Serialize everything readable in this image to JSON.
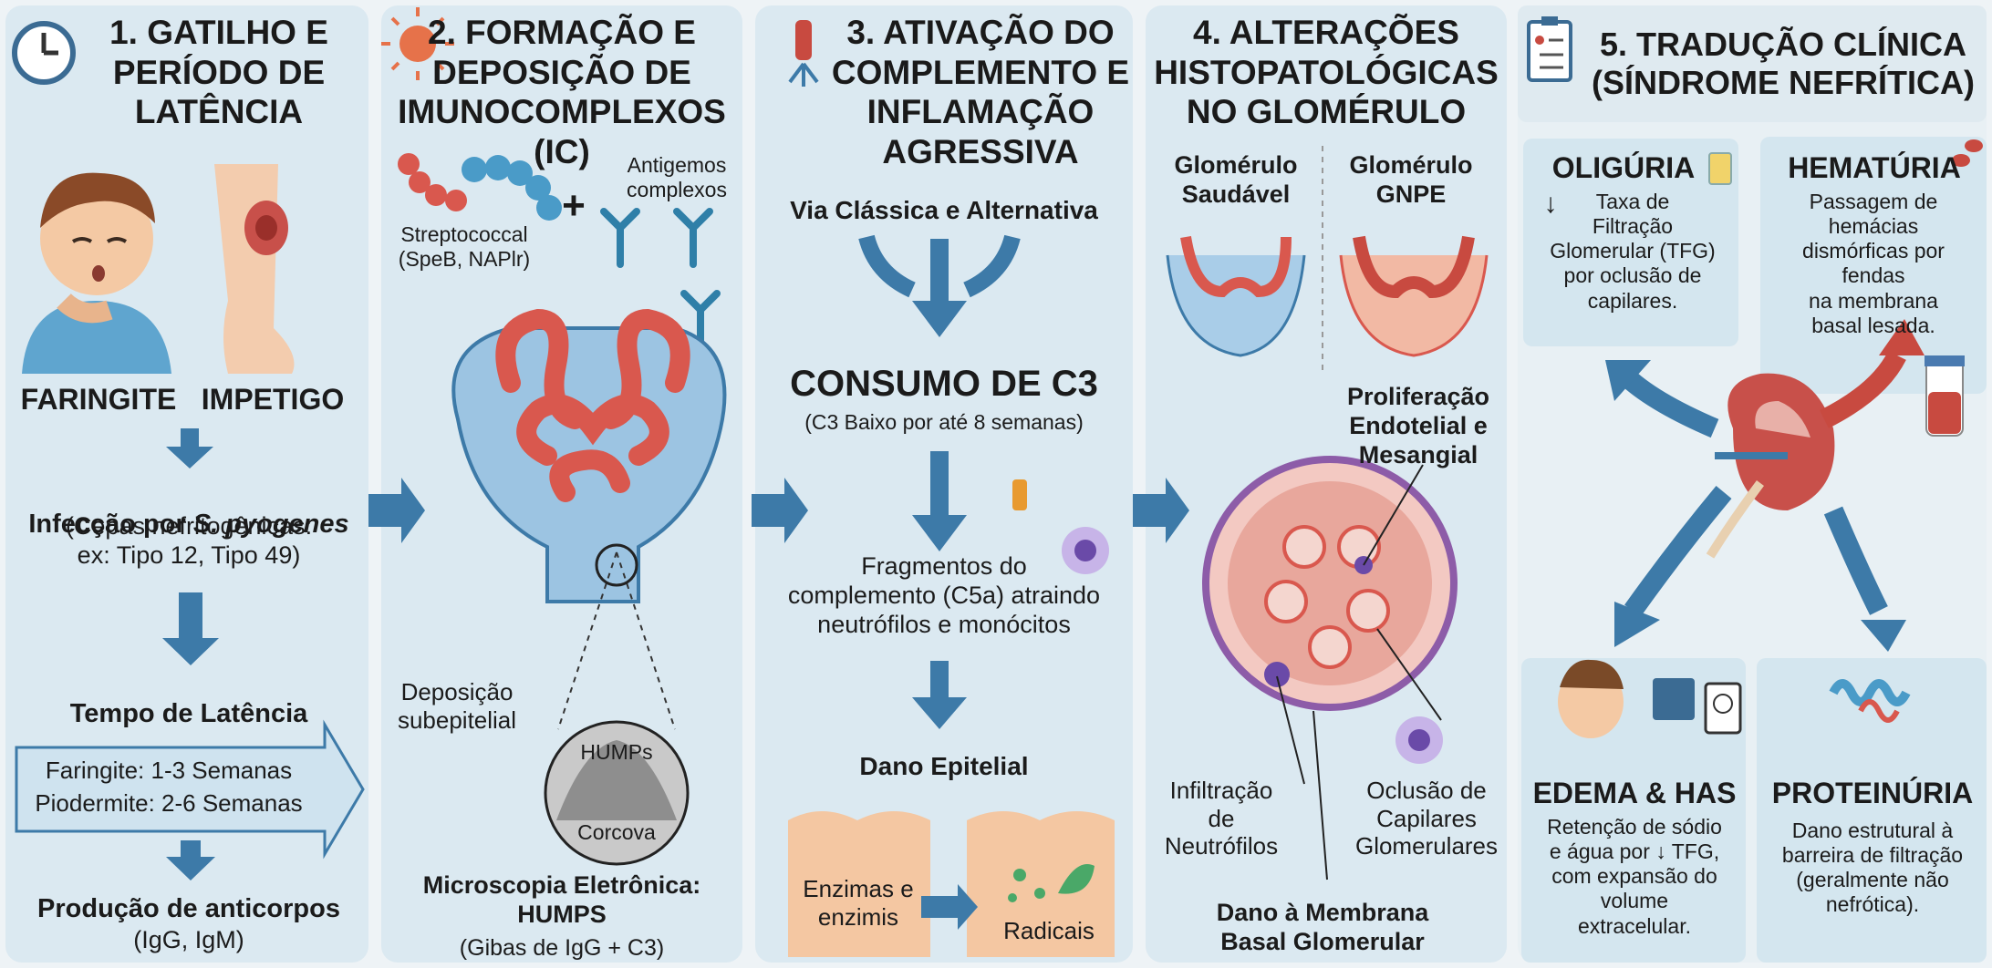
{
  "panel1": {
    "title": "1. GATILHO E\nPERÍODO DE\nLATÊNCIA",
    "label_faringite": "FARINGITE",
    "label_impetigo": "IMPETIGO",
    "infeccao_prefix": "Infecção por ",
    "infeccao_species": "S. pyogenes",
    "cepas": "(Cepas nefritogênicas:\nex: Tipo 12, Tipo 49)",
    "tempo_title": "Tempo de Latência",
    "faringite_time": "Faringite: 1-3 Semanas",
    "piodermite_time": "Piodermite: 2-6 Semanas",
    "producao": "Produção de anticorpos",
    "igs": "(IgG, IgM)"
  },
  "panel2": {
    "title": "2. FORMAÇÃO E\nDEPOSIÇÃO DE\nIMUNOCOMPLEXOS (IC)",
    "plus": "+",
    "antigenos": "Antigemos\ncomplexos",
    "streptococcal": "Streptococcal\n(SpeB, NAPlr)",
    "deposicao": "Deposição\nsubepitelial",
    "humps_label": "HUMPs",
    "corcova": "Corcova",
    "microscopia": "Microscopia Eletrônica:\nHUMPS",
    "gibas": "(Gibas de IgG + C3)"
  },
  "panel3": {
    "title": "3. ATIVAÇÃO DO\nCOMPLEMENTO E\nINFLAMAÇÃO\nAGRESSIVA",
    "via": "Via Clássica e Alternativa",
    "consumo": "CONSUMO DE C3",
    "c3baixo": "(C3 Baixo por até 8 semanas)",
    "fragmentos": "Fragmentos do\ncomplemento (C5a) atraindo\nneutrófilos e monócitos",
    "dano": "Dano Epitelial",
    "enzimas": "Enzimas e\nenzimis",
    "radicais": "Radicais"
  },
  "panel4": {
    "title": "4. ALTERAÇÕES\nHISTOPATOLÓGICAS\nNO GLOMÉRULO",
    "saudavel": "Glomérulo\nSaudável",
    "gnpe": "Glomérulo\nGNPE",
    "proliferacao": "Proliferação\nEndotelial e\nMesangial",
    "infiltracao": "Infiltração\nde\nNeutrófilos",
    "oclusao": "Oclusão de\nCapilares\nGlomerulares",
    "dano_membrana": "Dano à Membrana\nBasal Glomerular"
  },
  "panel5": {
    "title": "5. TRADUÇÃO CLÍNICA\n(SÍNDROME NEFRÍTICA)",
    "oliguria": "OLIGÚRIA",
    "oliguria_text": "Taxa de\nFiltração\nGlomerular (TFG)\npor oclusão de\ncapilares.",
    "oliguria_arrow": "↓",
    "hematuria": "HEMATÚRIA",
    "hematuria_text": "Passagem de\nhemácias\ndismórficas por\nfendas\nna membrana\nbasal lesada.",
    "edema": "EDEMA & HAS",
    "edema_text": "Retenção de sódio\ne água por ↓ TFG,\ncom expansão do\nvolume\nextracelular.",
    "proteinuria": "PROTEINÚRIA",
    "proteinuria_text": "Dano estrutural à\nbarreira de filtração\n(geralmente não\nnefrótica)."
  },
  "colors": {
    "panel_bg": "#dbe9f1",
    "arrow_blue": "#3d7aa8",
    "arrow_red": "#c84a40",
    "capillary_red": "#d9584e"
  },
  "icons": [
    "clock-icon",
    "bacteria-icon",
    "complement-icon",
    "clipboard-icon",
    "urine-cup-icon",
    "blood-cells-icon",
    "blood-tube-icon",
    "blood-pressure-icon",
    "kidney-icon",
    "protein-icon"
  ]
}
